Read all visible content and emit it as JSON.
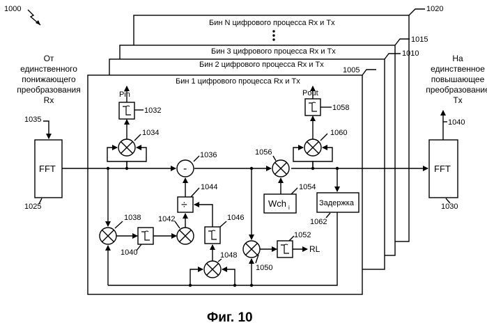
{
  "figure": {
    "ref_main": "1000",
    "caption": "Фиг. 10"
  },
  "bins": {
    "bin_n": "Бин N цифрового процесса Rx и Tx",
    "bin_3": "Бин 3 цифрового процесса Rx и Tx",
    "bin_2": "Бин 2 цифрового процесса Rx и Tx",
    "bin_1": "Бин 1 цифрового процесса Rx и Tx",
    "ref_n": "1020",
    "ref_3": "1015",
    "ref_2": "1010",
    "ref_1": "1005"
  },
  "left": {
    "text_lines": [
      "От",
      "единственного",
      "понижающего",
      "преобразования",
      "Rx"
    ],
    "ref_arrow": "1035",
    "fft_label": "FFT",
    "ref_fft": "1025"
  },
  "right": {
    "text_lines": [
      "На",
      "единственное",
      "повышающее",
      "преобразование",
      "Tx"
    ],
    "ref_arrow": "1040",
    "fft_label": "FFT",
    "ref_fft": "1030"
  },
  "blocks": {
    "pin_label": "Pin",
    "pout_label": "Pout",
    "minus_label": "-",
    "divide_label": "÷",
    "wch_label": "Wch",
    "wch_sub": "i",
    "delay_label": "Задержка",
    "rl_label": "RL"
  },
  "refs": {
    "r1032": "1032",
    "r1034": "1034",
    "r1036": "1036",
    "r1038": "1038",
    "r1040": "1040",
    "r1042": "1042",
    "r1044": "1044",
    "r1046": "1046",
    "r1048": "1048",
    "r1050": "1050",
    "r1052": "1052",
    "r1054": "1054",
    "r1056": "1056",
    "r1058": "1058",
    "r1060": "1060",
    "r1062": "1062"
  }
}
